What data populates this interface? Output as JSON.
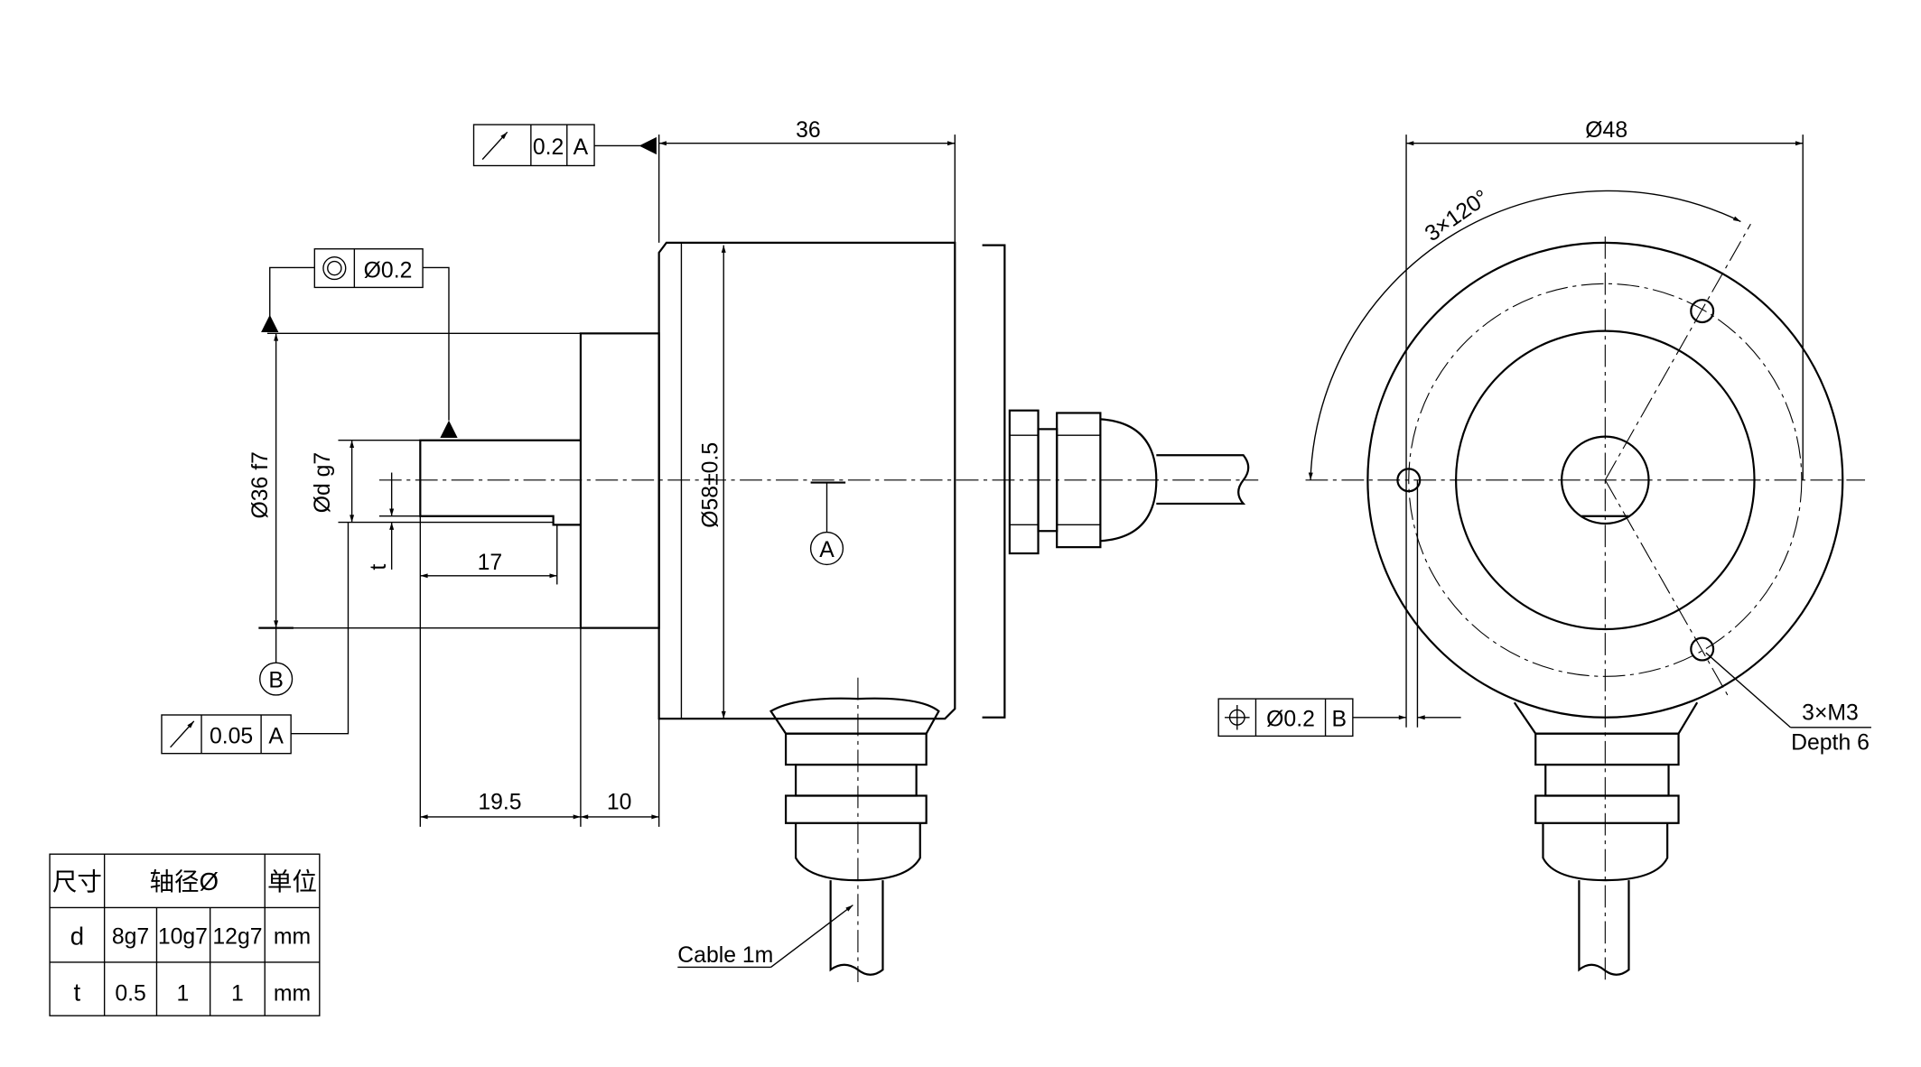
{
  "dimensions": {
    "length_36": "36",
    "len_19_5": "19.5",
    "len_10": "10",
    "len_17": "17",
    "dia_36": "Ø36 f7",
    "dia_d": "Ød g7",
    "t": "t",
    "dia_58": "Ø58±0.5",
    "dia_48": "Ø48",
    "angle": "3×120°",
    "thread": "3×M3",
    "depth": "Depth 6",
    "cable": "Cable 1m"
  },
  "datums": {
    "a": "A",
    "b": "B"
  },
  "tolerance_frames": [
    {
      "symbol": "circular-runout",
      "value": "0.2",
      "datum": "A"
    },
    {
      "symbol": "concentricity",
      "value": "Ø0.2"
    },
    {
      "symbol": "circular-runout",
      "value": "0.05",
      "datum": "A"
    },
    {
      "symbol": "position",
      "value": "Ø0.2",
      "datum": "B"
    }
  ],
  "table": {
    "header": [
      "尺寸",
      "轴径Ø",
      "单位"
    ],
    "rows": [
      [
        "d",
        "8g7",
        "10g7",
        "12g7",
        "mm"
      ],
      [
        "t",
        "0.5",
        "1",
        "1",
        "mm"
      ]
    ]
  }
}
